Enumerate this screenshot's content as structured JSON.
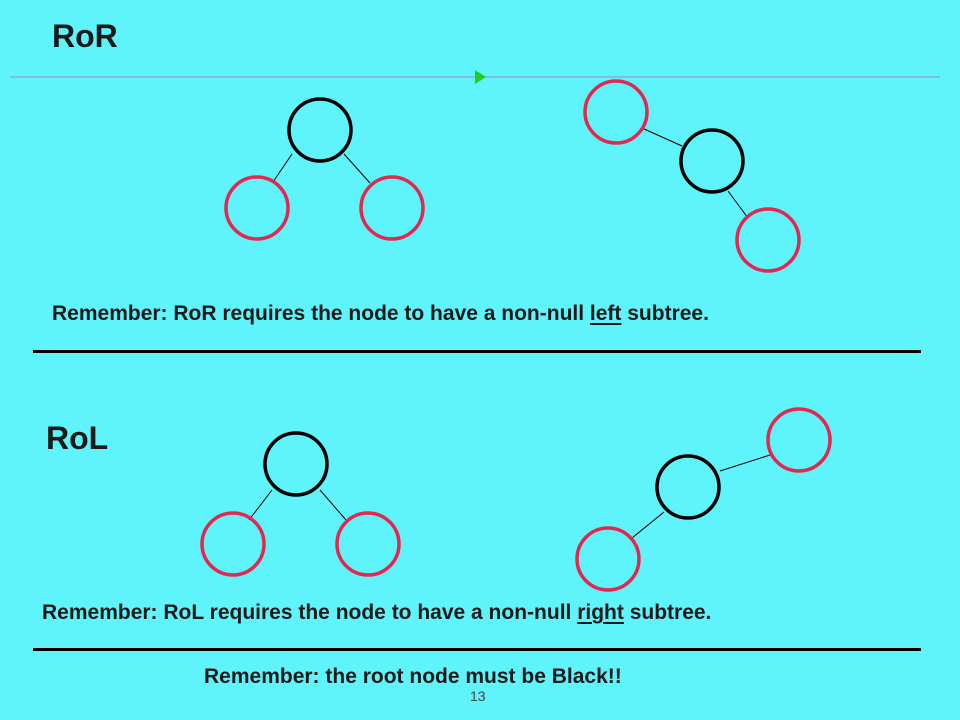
{
  "sections": [
    {
      "title": "RoR",
      "note": {
        "prefix": "Remember:  RoR requires the node to have a non-null ",
        "emphasis": "left",
        "suffix": " subtree."
      }
    },
    {
      "title": "RoL",
      "note": {
        "prefix": "Remember:  RoL requires the node to have a non-null ",
        "emphasis": "right",
        "suffix": " subtree."
      }
    }
  ],
  "footer_note": "Remember:  the root node must be Black!!",
  "page_number": "13",
  "colors": {
    "background": "#5ff3fb",
    "black_node": "#000000",
    "red_node": "#e3284f",
    "divider_line": "#9a9ad0",
    "play_marker": "#22cc22"
  },
  "node_legend": {
    "black": "black-node",
    "red": "red-node"
  }
}
